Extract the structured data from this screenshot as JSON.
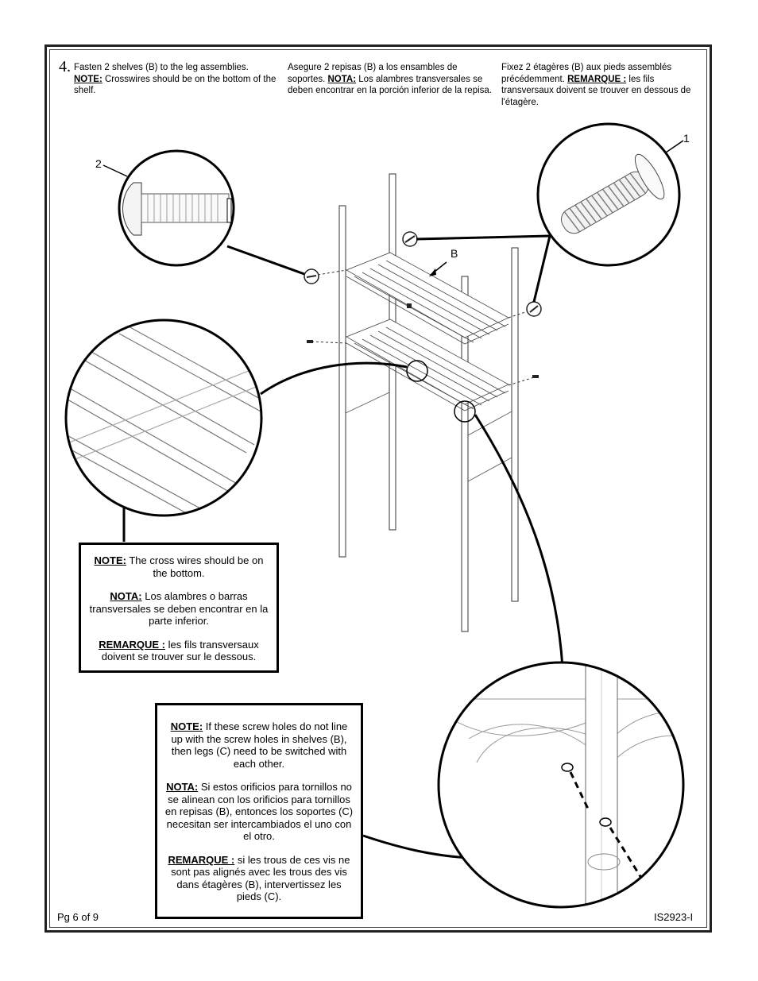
{
  "step": {
    "number": "4."
  },
  "instructions": {
    "en": {
      "text": "Fasten 2 shelves (B) to the leg assemblies. ",
      "note_label": "NOTE:",
      "note_text": " Crosswires should be on the bottom of the shelf."
    },
    "es": {
      "text": "Asegure 2 repisas (B) a los ensambles de soportes. ",
      "note_label": "NOTA:",
      "note_text": " Los alambres transversales se deben encontrar en la porción inferior de la repisa."
    },
    "fr": {
      "text": "Fixez 2 étagères (B) aux pieds assemblés précédemment. ",
      "note_label": "REMARQUE :",
      "note_text": " les fils transversaux doivent se trouver en dessous de l'étagère."
    }
  },
  "callouts": {
    "screw_1": "1",
    "screw_2": "2",
    "shelf_b": "B"
  },
  "note_box_1": {
    "en_label": "NOTE:",
    "en_text": " The cross wires should be on the bottom.",
    "es_label": "NOTA:",
    "es_text": " Los alambres o barras transversales se deben encontrar en la parte inferior.",
    "fr_label": "REMARQUE :",
    "fr_text": " les fils transversaux doivent se trouver sur le dessous."
  },
  "note_box_2": {
    "en_label": "NOTE:",
    "en_text": " If these screw holes do not line up with the screw holes in shelves (B), then legs (C) need to be switched with each other.",
    "es_label": "NOTA:",
    "es_text": " Si estos orificios para tornillos no se alinean con los orificios para tornillos en repisas (B), entonces los soportes (C) necesitan ser intercambiados el uno con el otro.",
    "fr_label": "REMARQUE :",
    "fr_text": " si les trous de ces vis ne sont pas alignés avec les trous des vis dans étagères (B), intervertissez les pieds (C)."
  },
  "footer": {
    "page": "Pg 6 of 9",
    "doc_id": "IS2923-I"
  }
}
